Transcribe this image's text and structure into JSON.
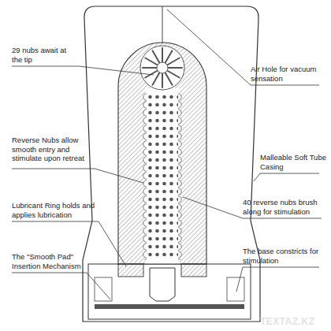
{
  "diagram": {
    "labels": [
      "29 nubs await at the tip",
      "Air Hole for vacuum sensation",
      "Reverse Nubs allow smooth entry and stimulate upon retreat",
      "Malleable Soft Tube Casing",
      "Lubricant Ring holds and applies lubrication",
      "40 reverse nubs brush along for stimulation",
      "The \"Smooth Pad\" Insertion Mechanism",
      "The base constricts for stimulation",
      "TEXTAZ.KZ"
    ]
  }
}
